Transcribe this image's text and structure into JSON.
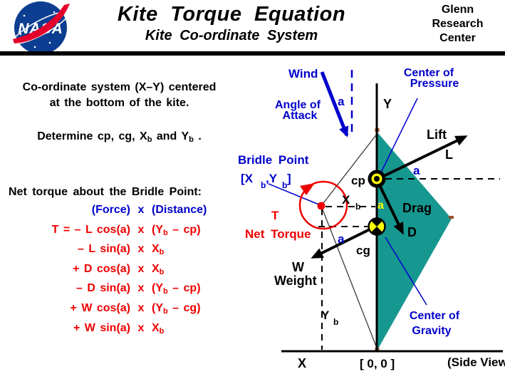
{
  "header": {
    "logo_text": "NASA",
    "title": "Kite  Torque  Equation",
    "subtitle": "Kite  Co-ordinate  System",
    "org_line1": "Glenn",
    "org_line2": "Research",
    "org_line3": "Center"
  },
  "left": {
    "intro_line1": "Co-ordinate system  (X–Y) centered",
    "intro_line2": "at  the  bottom  of  the  kite.",
    "determine": [
      {
        "t": "Determine  cp,  cg,  X"
      },
      {
        "t": "b",
        "sub": true
      },
      {
        "t": "  and  Y"
      },
      {
        "t": "b",
        "sub": true
      },
      {
        "t": " ."
      }
    ],
    "net_torque_heading": "Net  torque  about  the  Bridle  Point:",
    "force_label": "(Force)",
    "times_label": "x",
    "distance_label": "(Distance)",
    "equations": [
      {
        "force": [
          {
            "t": "T  =  – L cos(a)"
          }
        ],
        "times": "x",
        "dist": [
          {
            "t": "(Y"
          },
          {
            "t": "b",
            "sub": true
          },
          {
            "t": " –  cp)"
          }
        ]
      },
      {
        "force": [
          {
            "t": "– L sin(a)"
          }
        ],
        "times": "x",
        "dist": [
          {
            "t": "X"
          },
          {
            "t": "b",
            "sub": true
          }
        ]
      },
      {
        "force": [
          {
            "t": "+ D cos(a)"
          }
        ],
        "times": "x",
        "dist": [
          {
            "t": "X"
          },
          {
            "t": "b",
            "sub": true
          }
        ]
      },
      {
        "force": [
          {
            "t": "– D sin(a)"
          }
        ],
        "times": "x",
        "dist": [
          {
            "t": "(Y"
          },
          {
            "t": "b",
            "sub": true
          },
          {
            "t": " –  cp)"
          }
        ]
      },
      {
        "force": [
          {
            "t": "+ W cos(a)"
          }
        ],
        "times": "x",
        "dist": [
          {
            "t": "(Y"
          },
          {
            "t": "b",
            "sub": true
          },
          {
            "t": " –  cg)"
          }
        ]
      },
      {
        "force": [
          {
            "t": "+ W sin(a)"
          }
        ],
        "times": "x",
        "dist": [
          {
            "t": "X"
          },
          {
            "t": "b",
            "sub": true
          }
        ]
      }
    ]
  },
  "diagram": {
    "y_label": "Y",
    "x_label": "X",
    "origin_label": "[ 0, 0 ]",
    "side_view_label": "(Side View)",
    "wind_label": "Wind",
    "angle_label_1": "Angle  of",
    "angle_label_2": "Attack",
    "alpha_wind": "a",
    "alpha_lift": "a",
    "alpha_axis": "a",
    "alpha_weight": "a",
    "center_of_pressure_1": "Center of",
    "center_of_pressure_2": "Pressure",
    "center_of_gravity_1": "Center of",
    "center_of_gravity_2": "Gravity",
    "bridle_point_label": "Bridle  Point",
    "bp_coord_1": "[X",
    "bp_coord_1_sub": "b",
    "bp_coord_2": ",Y",
    "bp_coord_2_sub": "b",
    "bp_coord_3": "]",
    "torque_symbol": "T",
    "net_torque_label": "Net  Torque",
    "cp_label": "cp",
    "cg_label": "cg",
    "xb_label": "X",
    "xb_sub": "b",
    "yb_label": "Y",
    "yb_sub": "b",
    "lift_label": "Lift",
    "lift_symbol": "L",
    "drag_label": "Drag",
    "drag_symbol": "D",
    "weight_label": "Weight",
    "weight_symbol": "W"
  },
  "colors": {
    "blue": "#0000CC",
    "red": "#EE0000",
    "teal": "#169890",
    "yellow": "#FFFF00",
    "nasa_blue": "#0B3D91",
    "nasa_red": "#E4002B",
    "brown": "#A0522D"
  }
}
